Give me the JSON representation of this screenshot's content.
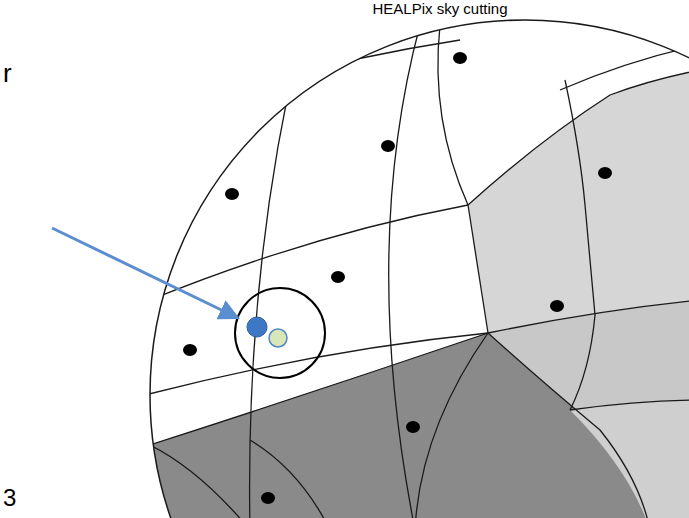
{
  "diagram": {
    "title": "HEALPix sky cutting",
    "labels": [
      "r",
      "3"
    ]
  }
}
